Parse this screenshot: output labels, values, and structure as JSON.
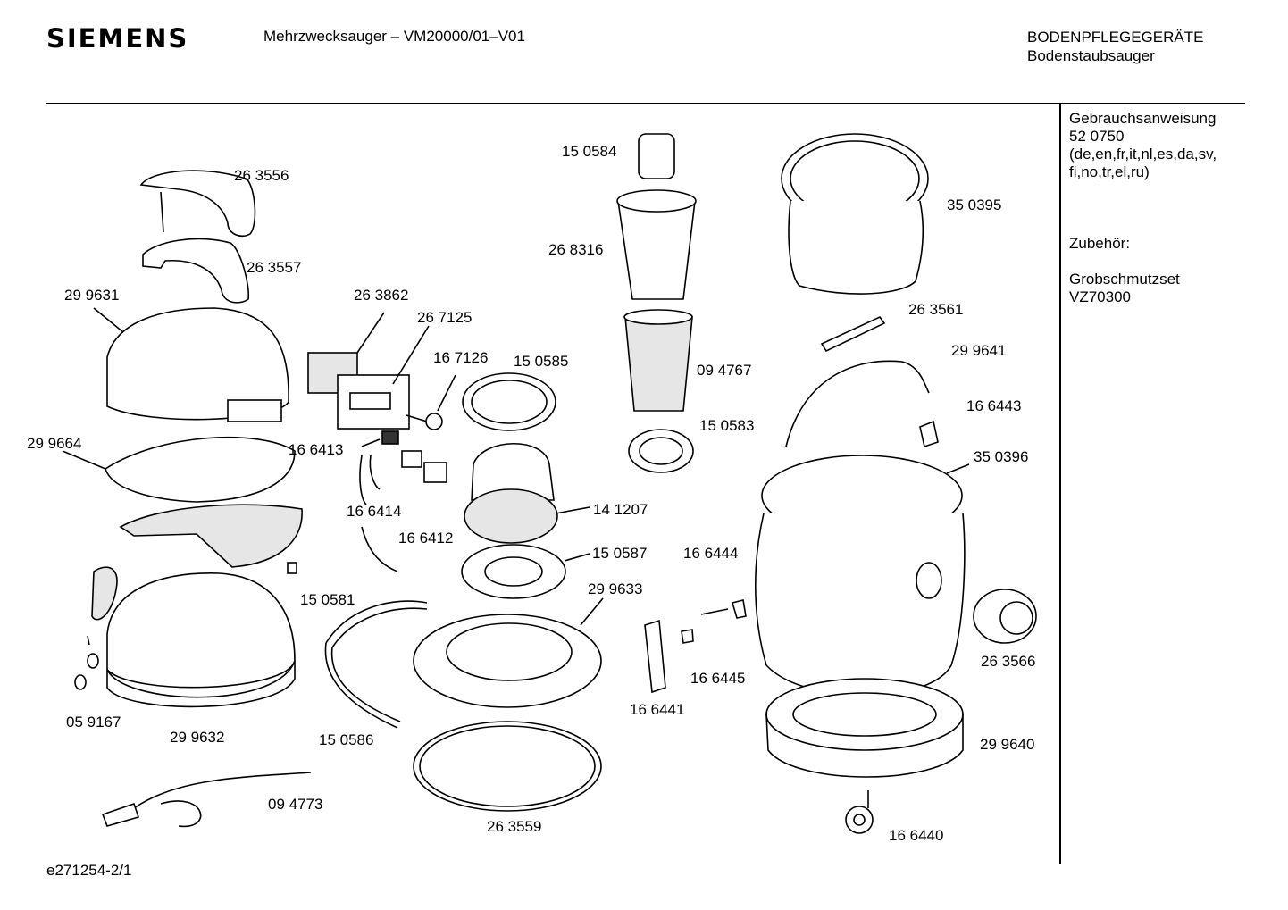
{
  "header": {
    "brand": "SIEMENS",
    "title": "Mehrzwecksauger – VM20000/01–V01",
    "category_line1": "BODENPFLEGEGERÄTE",
    "category_line2": "Bodenstaubsauger"
  },
  "sidebar": {
    "manual_label": "Gebrauchsanweisung",
    "manual_number": "52 0750",
    "manual_langs_line1": "(de,en,fr,it,nl,es,da,sv,",
    "manual_langs_line2": "fi,no,tr,el,ru)",
    "accessories_label": "Zubehör:",
    "accessory_name": "Grobschmutzset",
    "accessory_code": "VZ70300"
  },
  "footer": {
    "drawing_id": "e271254-2/1"
  },
  "parts": [
    {
      "id": "p01",
      "number": "26 3556"
    },
    {
      "id": "p02",
      "number": "26 3557"
    },
    {
      "id": "p03",
      "number": "29 9631"
    },
    {
      "id": "p04",
      "number": "26 3862"
    },
    {
      "id": "p05",
      "number": "26 7125"
    },
    {
      "id": "p06",
      "number": "16 7126"
    },
    {
      "id": "p07",
      "number": "15 0585"
    },
    {
      "id": "p08",
      "number": "29 9664"
    },
    {
      "id": "p09",
      "number": "16 6413"
    },
    {
      "id": "p10",
      "number": "16 6414"
    },
    {
      "id": "p11",
      "number": "16 6412"
    },
    {
      "id": "p12",
      "number": "15 0581"
    },
    {
      "id": "p13",
      "number": "05 9167"
    },
    {
      "id": "p14",
      "number": "29 9632"
    },
    {
      "id": "p15",
      "number": "15 0586"
    },
    {
      "id": "p16",
      "number": "09 4773"
    },
    {
      "id": "p17",
      "number": "15 0584"
    },
    {
      "id": "p18",
      "number": "26 8316"
    },
    {
      "id": "p19",
      "number": "09 4767"
    },
    {
      "id": "p20",
      "number": "15 0583"
    },
    {
      "id": "p21",
      "number": "14 1207"
    },
    {
      "id": "p22",
      "number": "15 0587"
    },
    {
      "id": "p23",
      "number": "29 9633"
    },
    {
      "id": "p24",
      "number": "26 3559"
    },
    {
      "id": "p25",
      "number": "16 6441"
    },
    {
      "id": "p26",
      "number": "16 6444"
    },
    {
      "id": "p27",
      "number": "16 6445"
    },
    {
      "id": "p28",
      "number": "35 0395"
    },
    {
      "id": "p29",
      "number": "26 3561"
    },
    {
      "id": "p30",
      "number": "29 9641"
    },
    {
      "id": "p31",
      "number": "16 6443"
    },
    {
      "id": "p32",
      "number": "35 0396"
    },
    {
      "id": "p33",
      "number": "26 3566"
    },
    {
      "id": "p34",
      "number": "29 9640"
    },
    {
      "id": "p35",
      "number": "16 6440"
    }
  ]
}
